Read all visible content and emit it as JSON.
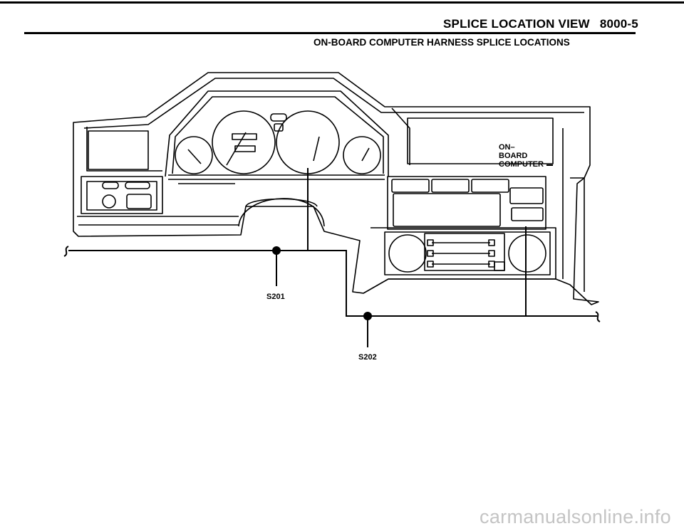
{
  "header": {
    "title": "SPLICE LOCATION VIEW",
    "page_code": "8000-5"
  },
  "subtitle": "ON-BOARD COMPUTER HARNESS SPLICE LOCATIONS",
  "labels": {
    "on_board_computer": [
      "ON–",
      "BOARD",
      "COMPUTER"
    ],
    "splice_1": "S201",
    "splice_2": "S202"
  },
  "watermark": "carmanualsonline.info"
}
